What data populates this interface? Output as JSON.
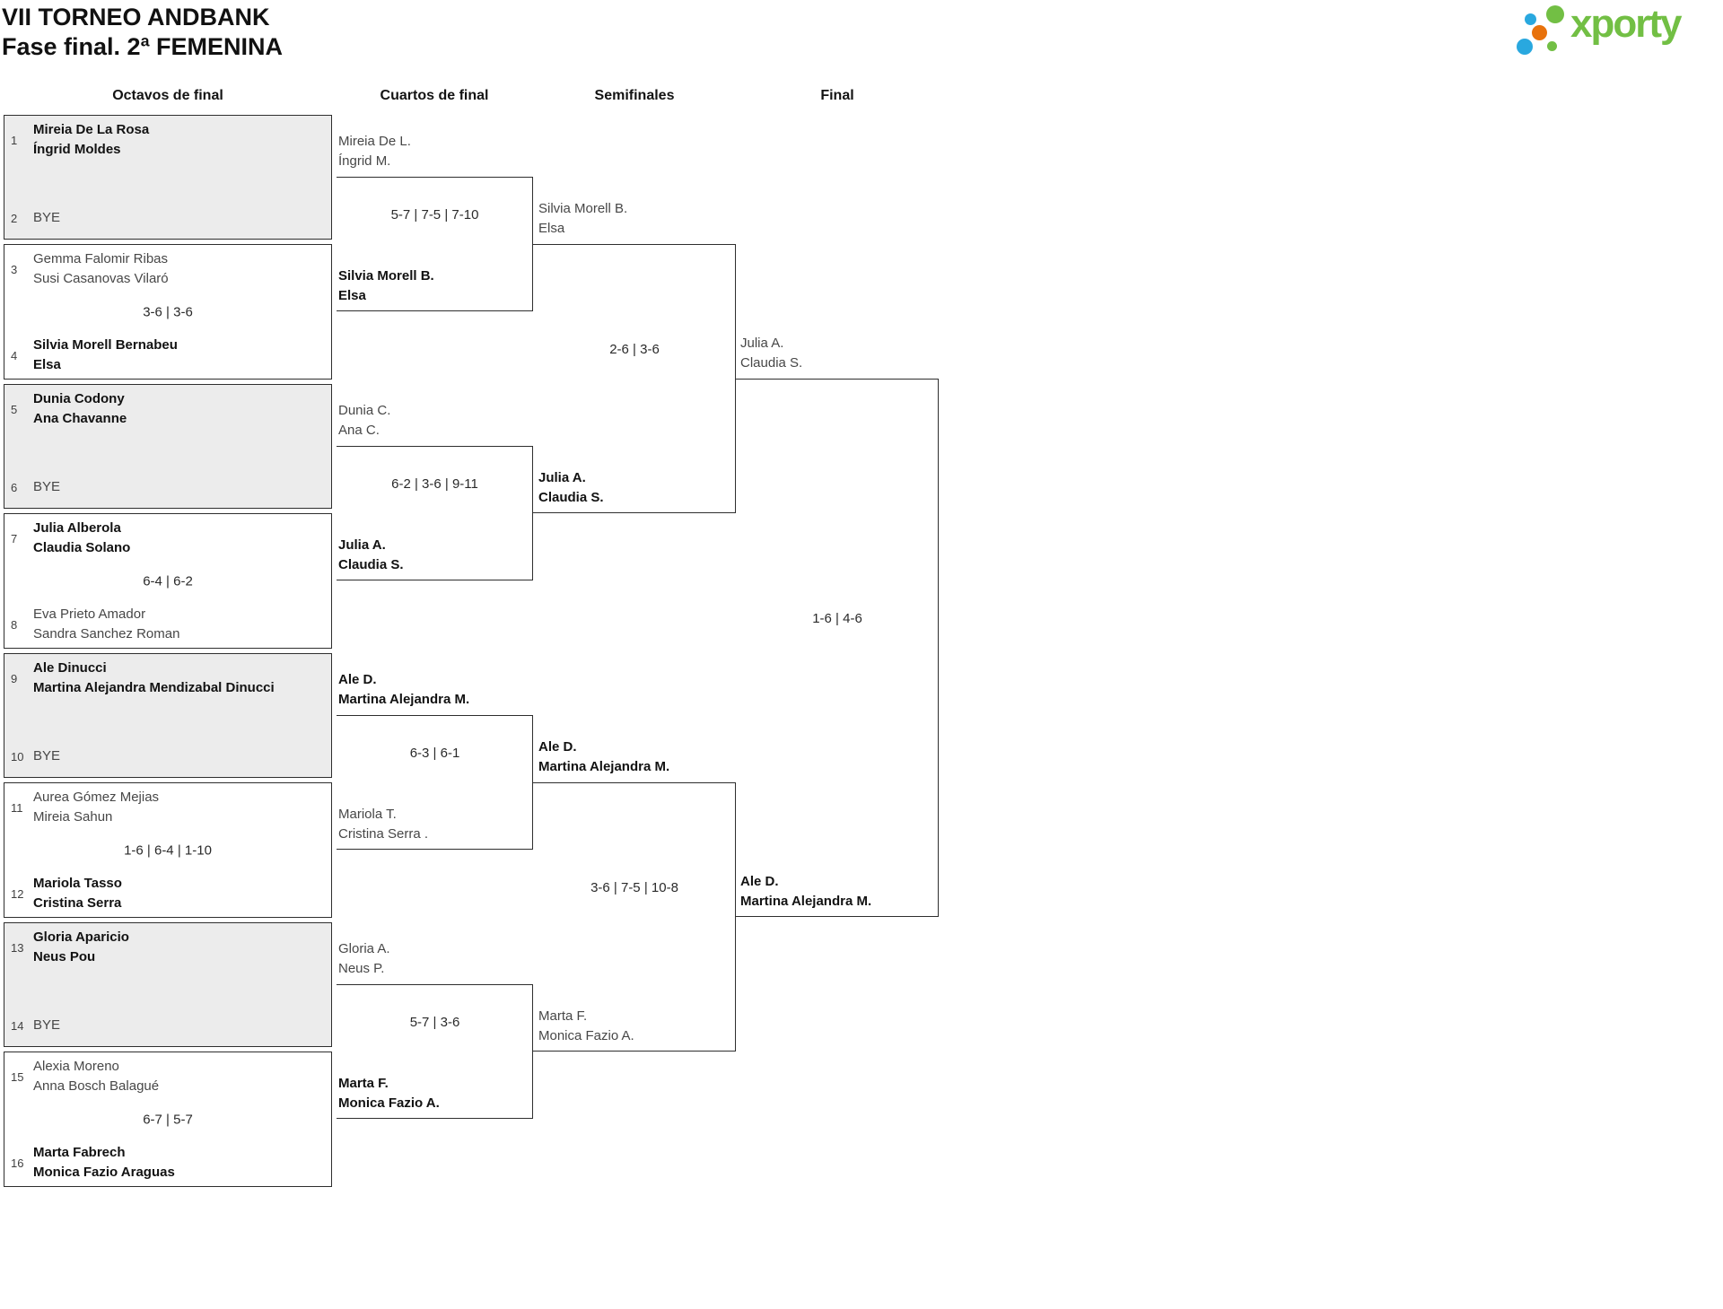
{
  "title": {
    "line1": "VII TORNEO ANDBANK",
    "line2": "Fase final. 2ª FEMENINA"
  },
  "logo": {
    "wordmark": "xporty"
  },
  "colors": {
    "logo_green": "#72bf44",
    "logo_blue": "#29a8df",
    "logo_orange": "#e8720c",
    "box_grey": "#ececec",
    "border": "#2e2e2e"
  },
  "round_headers": [
    "Octavos de final",
    "Cuartos de final",
    "Semifinales",
    "Final"
  ],
  "r16": [
    {
      "seed_top": "1",
      "top": [
        "Mireia De La Rosa",
        "Íngrid Moldes"
      ],
      "top_bold": true,
      "seed_bottom": "2",
      "bottom": [
        "BYE"
      ],
      "bottom_bold": false,
      "score": "",
      "bye": true
    },
    {
      "seed_top": "3",
      "top": [
        "Gemma Falomir Ribas",
        "Susi Casanovas Vilaró"
      ],
      "top_bold": false,
      "seed_bottom": "4",
      "bottom": [
        "Silvia Morell Bernabeu",
        "Elsa"
      ],
      "bottom_bold": true,
      "score": "3-6 | 3-6",
      "bye": false
    },
    {
      "seed_top": "5",
      "top": [
        "Dunia Codony",
        "Ana Chavanne"
      ],
      "top_bold": true,
      "seed_bottom": "6",
      "bottom": [
        "BYE"
      ],
      "bottom_bold": false,
      "score": "",
      "bye": true
    },
    {
      "seed_top": "7",
      "top": [
        "Julia Alberola",
        "Claudia Solano"
      ],
      "top_bold": true,
      "seed_bottom": "8",
      "bottom": [
        "Eva Prieto Amador",
        "Sandra Sanchez Roman"
      ],
      "bottom_bold": false,
      "score": "6-4 | 6-2",
      "bye": false
    },
    {
      "seed_top": "9",
      "top": [
        "Ale Dinucci",
        "Martina Alejandra Mendizabal Dinucci"
      ],
      "top_bold": true,
      "seed_bottom": "10",
      "bottom": [
        "BYE"
      ],
      "bottom_bold": false,
      "score": "",
      "bye": true
    },
    {
      "seed_top": "11",
      "top": [
        "Aurea Gómez Mejias",
        "Mireia Sahun"
      ],
      "top_bold": false,
      "seed_bottom": "12",
      "bottom": [
        "Mariola Tasso",
        "Cristina Serra"
      ],
      "bottom_bold": true,
      "score": "1-6 | 6-4 | 1-10",
      "bye": false
    },
    {
      "seed_top": "13",
      "top": [
        "Gloria Aparicio",
        "Neus Pou"
      ],
      "top_bold": true,
      "seed_bottom": "14",
      "bottom": [
        "BYE"
      ],
      "bottom_bold": false,
      "score": "",
      "bye": true
    },
    {
      "seed_top": "15",
      "top": [
        "Alexia Moreno",
        "Anna Bosch Balagué"
      ],
      "top_bold": false,
      "seed_bottom": "16",
      "bottom": [
        "Marta Fabrech",
        "Monica Fazio Araguas"
      ],
      "bottom_bold": true,
      "score": "6-7 | 5-7",
      "bye": false
    }
  ],
  "qf": [
    {
      "top": [
        "Mireia De L.",
        "Íngrid M."
      ],
      "top_bold": false,
      "bottom": [
        "Silvia Morell B.",
        "Elsa"
      ],
      "bottom_bold": true,
      "score": "5-7 | 7-5 | 7-10"
    },
    {
      "top": [
        "Dunia C.",
        "Ana C."
      ],
      "top_bold": false,
      "bottom": [
        "Julia A.",
        "Claudia S."
      ],
      "bottom_bold": true,
      "score": "6-2 | 3-6 | 9-11"
    },
    {
      "top": [
        "Ale D.",
        "Martina Alejandra M."
      ],
      "top_bold": true,
      "bottom": [
        "Mariola T.",
        "Cristina Serra ."
      ],
      "bottom_bold": false,
      "score": "6-3 | 6-1"
    },
    {
      "top": [
        "Gloria A.",
        "Neus P."
      ],
      "top_bold": false,
      "bottom": [
        "Marta F.",
        "Monica Fazio A."
      ],
      "bottom_bold": true,
      "score": "5-7 | 3-6"
    }
  ],
  "sf": [
    {
      "top": [
        "Silvia Morell B.",
        "Elsa"
      ],
      "top_bold": false,
      "bottom": [
        "Julia A.",
        "Claudia S."
      ],
      "bottom_bold": true,
      "score": "2-6 | 3-6"
    },
    {
      "top": [
        "Ale D.",
        "Martina Alejandra M."
      ],
      "top_bold": true,
      "bottom": [
        "Marta F.",
        "Monica Fazio A."
      ],
      "bottom_bold": false,
      "score": "3-6 | 7-5 | 10-8"
    }
  ],
  "final": {
    "top": [
      "Julia A.",
      "Claudia S."
    ],
    "top_bold": false,
    "bottom": [
      "Ale D.",
      "Martina Alejandra M."
    ],
    "bottom_bold": true,
    "score": "1-6 | 4-6"
  }
}
